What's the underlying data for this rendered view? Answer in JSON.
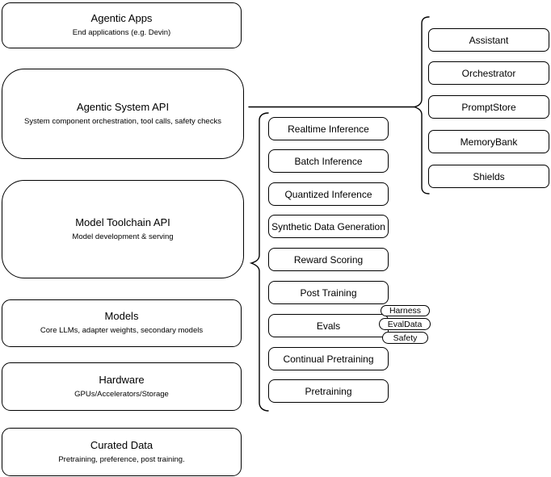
{
  "colors": {
    "stroke": "#000000",
    "background": "#ffffff",
    "node_fill": "#ffffff"
  },
  "layers": {
    "left_stack": [
      {
        "title": "Agentic Apps",
        "subtitle": "End applications (e.g. Devin)"
      },
      {
        "title": "Agentic System API",
        "subtitle": "System component orchestration, tool calls, safety checks"
      },
      {
        "title": "Model Toolchain API",
        "subtitle": "Model development & serving"
      },
      {
        "title": "Models",
        "subtitle": "Core LLMs, adapter weights, secondary models"
      },
      {
        "title": "Hardware",
        "subtitle": "GPUs/Accelerators/Storage"
      },
      {
        "title": "Curated Data",
        "subtitle": "Pretraining, preference, post training."
      }
    ],
    "toolchain_services": [
      "Realtime Inference",
      "Batch Inference",
      "Quantized Inference",
      "Synthetic Data Generation",
      "Reward Scoring",
      "Post Training",
      "Evals",
      "Continual Pretraining",
      "Pretraining"
    ],
    "evals_tags": [
      "Harness",
      "EvalData",
      "Safety"
    ],
    "system_components": [
      "Assistant",
      "Orchestrator",
      "PromptStore",
      "MemoryBank",
      "Shields"
    ]
  }
}
